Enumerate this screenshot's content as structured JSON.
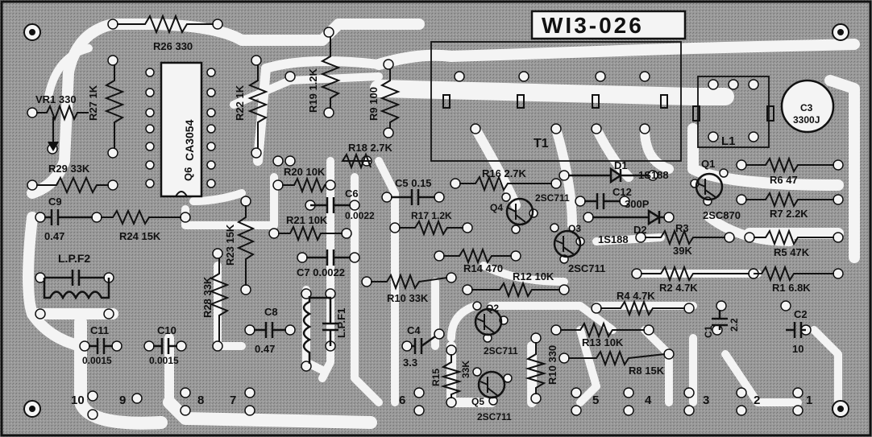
{
  "board": {
    "title": "WI3-026"
  },
  "colors": {
    "background": "#9a9a9a",
    "trace": "#f4f4f4",
    "ink": "#111111"
  },
  "components": {
    "r26": "R26 330",
    "r27": "R27 1K",
    "r22": "R22 1K",
    "r19": "R19 1.2K",
    "r9": "R9 100",
    "vr1": "VR1 330",
    "ic": "CA3054",
    "q6": "Q6",
    "r18": "R18 2.7K",
    "t1": "T1",
    "l1": "L1",
    "c3": "C3",
    "c3_value": "3300J",
    "r29": "R29 33K",
    "r20": "R20 10K",
    "c6": "C6",
    "c6_value": "0.0022",
    "c5": "C5 0.15",
    "r16": "R16 2.7K",
    "d1": "D1",
    "d1_part": "1S188",
    "q1": "Q1",
    "r6": "R6 47",
    "c9": "C9",
    "c9_value": "0.47",
    "r24": "R24 15K",
    "r21": "R21 10K",
    "r17": "R17 1.2K",
    "q4": "Q4",
    "q4_part": "2SC711",
    "c12": "C12",
    "c12_value": "300P",
    "q1_part": "2SC870",
    "r7": "R7 2.2K",
    "r23": "R23 15K",
    "d2": "D2",
    "d2_part": "1S188",
    "q3": "Q3",
    "r3": "R3",
    "r3_value": "39K",
    "r5": "R5 47K",
    "lpf2": "L.P.F2",
    "c7": "C7 0.0022",
    "r14": "R14 470",
    "q3_part": "2SC711",
    "r12": "R12 10K",
    "r2": "R2 4.7K",
    "r1": "R1 6.8K",
    "r28": "R28 33K",
    "r10": "R10 33K",
    "c8": "C8",
    "c8_value": "0.47",
    "q2": "Q2",
    "r4": "R4 4.7K",
    "c1": "C1",
    "c1_value": "2.2",
    "c2": "C2",
    "c2_value": "10",
    "lpf1": "L.P.F1",
    "c4": "C4",
    "c4_value": "3.3",
    "q2_part": "2SC711",
    "r13": "R13 10K",
    "r8": "R8 15K",
    "r10b": "R10 330",
    "c11": "C11",
    "c11_value": "0.0015",
    "c10": "C10",
    "c10_value": "0.0015",
    "r15": "R15",
    "r15_value": "33K",
    "q5": "Q5",
    "q5_part": "2SC711"
  },
  "pins": [
    "10",
    "9",
    "8",
    "7",
    "6",
    "5",
    "4",
    "3",
    "2",
    "1"
  ]
}
